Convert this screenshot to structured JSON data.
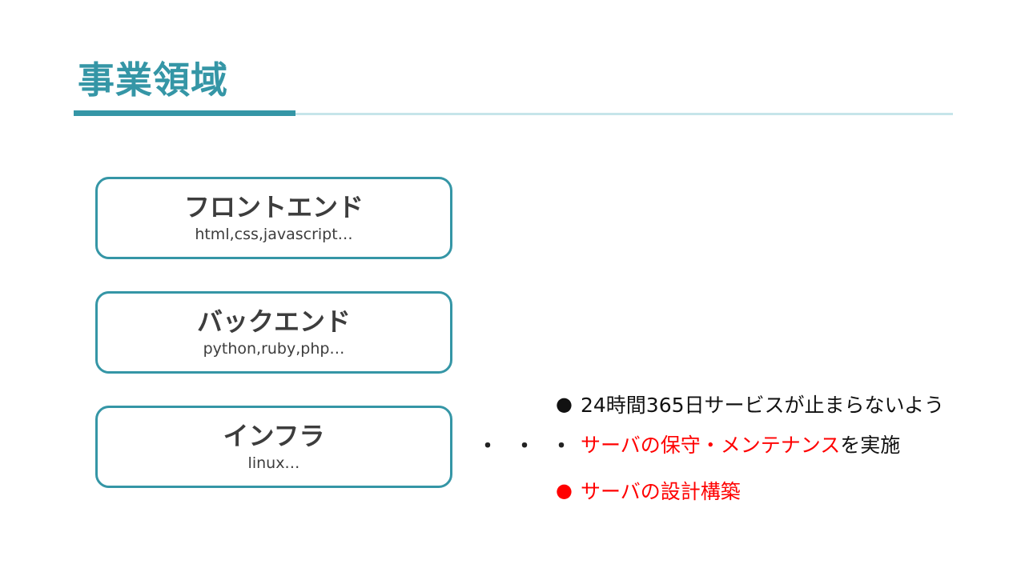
{
  "slide": {
    "title": "事業領域"
  },
  "boxes": [
    {
      "name": "フロントエンド",
      "tech": "html,css,javascript…"
    },
    {
      "name": "バックエンド",
      "tech": "python,ruby,php…"
    },
    {
      "name": "インフラ",
      "tech": "linux…"
    }
  ],
  "ellipsis": "・・・",
  "bullets": [
    {
      "line1": "24時間365日サービスが止まらないよう",
      "line2_red": "サーバの保守・メンテナンス",
      "line2_black": "を実施"
    },
    {
      "text_red": "サーバの設計構築"
    }
  ],
  "colors": {
    "accent": "#3596a6",
    "accent_light": "#c6e5ea",
    "highlight": "#ff0000",
    "text": "#3d3d3d"
  }
}
